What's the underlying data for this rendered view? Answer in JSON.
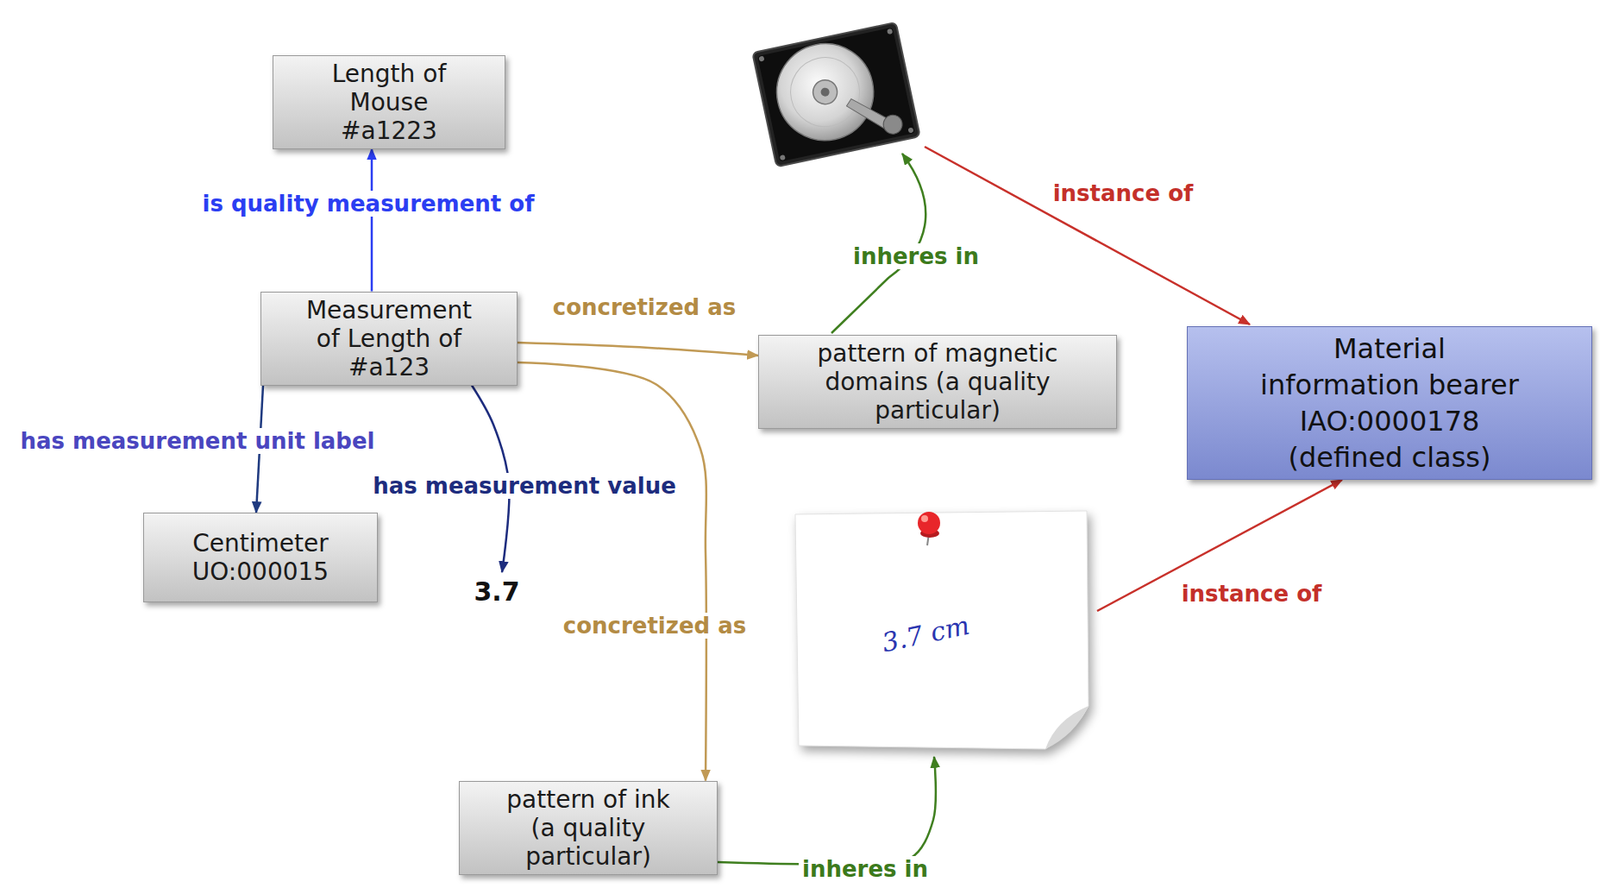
{
  "diagram": {
    "nodes": [
      {
        "text": [
          "Length of Mouse #a1223"
        ]
      },
      {
        "text": [
          "Measurement of Length of #a123"
        ]
      },
      {
        "text": [
          "pattern of magnetic domains (a quality particular)"
        ]
      },
      {
        "text": [
          "Material information bearer IAO:0000178 (defined class)"
        ]
      },
      {
        "text": [
          "Centimeter UO:000015"
        ]
      },
      {
        "text": [
          "3.7"
        ]
      },
      {
        "text": [
          "3.7 cm"
        ]
      },
      {
        "text": [
          "pattern of ink (a quality particular)"
        ]
      }
    ],
    "edges": [
      {
        "from": 1,
        "to": 0,
        "arrow": "to",
        "label": "is quality measurement of"
      },
      {
        "from": 1,
        "to": 4,
        "arrow": "to",
        "label": "has measurement unit label"
      },
      {
        "from": 1,
        "to": 5,
        "arrow": "to",
        "label": "has measurement value"
      },
      {
        "from": 1,
        "to": 2,
        "arrow": "to",
        "label": "concretized as"
      },
      {
        "from": 1,
        "to": 7,
        "arrow": "to",
        "label": "concretized as"
      },
      {
        "from": 7,
        "to": 6,
        "arrow": "to",
        "label": "inheres in"
      },
      {
        "from": 6,
        "to": 3,
        "arrow": "to",
        "label": "instance of"
      }
    ],
    "labels": [
      "inheres in",
      "instance of"
    ]
  }
}
